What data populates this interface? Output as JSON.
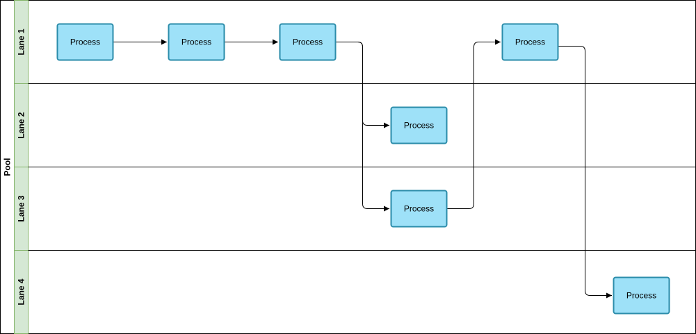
{
  "pool": {
    "label": "Pool",
    "header_color": "#ffffff"
  },
  "lanes": [
    {
      "id": "lane1",
      "label": "Lane 1"
    },
    {
      "id": "lane2",
      "label": "Lane 2"
    },
    {
      "id": "lane3",
      "label": "Lane 3"
    },
    {
      "id": "lane4",
      "label": "Lane 4"
    }
  ],
  "processes": [
    {
      "id": "p1",
      "label": "Process",
      "lane": "lane1"
    },
    {
      "id": "p2",
      "label": "Process",
      "lane": "lane1"
    },
    {
      "id": "p3",
      "label": "Process",
      "lane": "lane1"
    },
    {
      "id": "p4",
      "label": "Process",
      "lane": "lane2"
    },
    {
      "id": "p5",
      "label": "Process",
      "lane": "lane3"
    },
    {
      "id": "p6",
      "label": "Process",
      "lane": "lane1"
    },
    {
      "id": "p7",
      "label": "Process",
      "lane": "lane4"
    }
  ],
  "connections": [
    {
      "from": "p1",
      "to": "p2"
    },
    {
      "from": "p2",
      "to": "p3"
    },
    {
      "from": "p3",
      "to": "p4"
    },
    {
      "from": "p3",
      "to": "p5"
    },
    {
      "from": "p5",
      "to": "p6"
    },
    {
      "from": "p6",
      "to": "p7"
    }
  ],
  "colors": {
    "lane_header": "#d5e8d4",
    "lane_header_border": "#82b366",
    "process_fill": "#9ee1f8",
    "process_border": "#2b8caa",
    "line": "#000000"
  }
}
